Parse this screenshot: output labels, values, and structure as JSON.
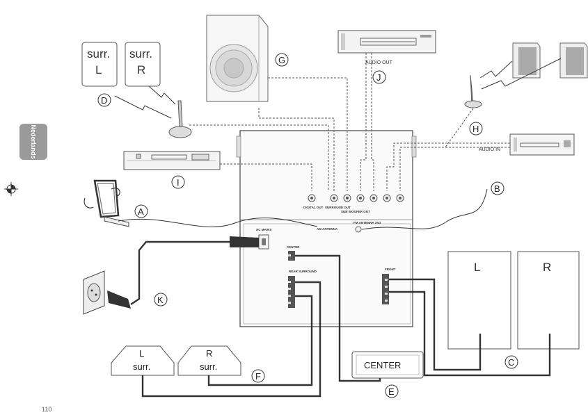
{
  "side_tab": {
    "text": "Nederlands"
  },
  "page_number": "110",
  "callouts": {
    "a": "A",
    "b": "B",
    "c": "C",
    "d": "D",
    "e": "E",
    "f": "F",
    "g": "G",
    "h": "H",
    "i": "I",
    "j": "J",
    "k": "K"
  },
  "speakers": {
    "surr_l_top": "surr.",
    "surr_l_bottom": "L",
    "surr_r_top": "surr.",
    "surr_r_bottom": "R",
    "front_l": "L",
    "front_r": "R",
    "rear_l_top": "L",
    "rear_l_bottom": "surr.",
    "rear_r_top": "R",
    "rear_r_bottom": "surr.",
    "center": "CENTER"
  },
  "device_labels": {
    "audio_out": "AUDIO OUT",
    "audio_in": "AUDIO IN"
  },
  "panel_labels": {
    "digital_out": "DIGITAL OUT",
    "surround_out": "SURROUND OUT",
    "sub_woofer_out": "SUB WOOFER OUT",
    "am_antenna": "AM ANTENNA",
    "fm_antenna": "FM ANTENNA 75Ω",
    "mains": "AC MAINS",
    "center": "CENTER",
    "rear_surround": "REAR SURROUND",
    "front": "FRONT"
  }
}
